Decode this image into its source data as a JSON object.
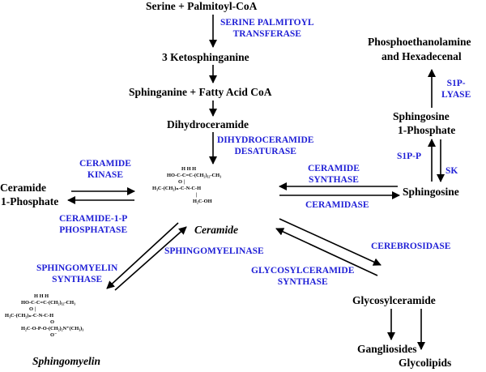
{
  "colors": {
    "metabolite": "#000000",
    "enzyme": "#1f1fd6",
    "background": "#ffffff"
  },
  "metabolites": {
    "serine_palmitoyl_coa": "Serine + Palmitoyl-CoA",
    "ketosphinganine": "3 Ketosphinganine",
    "sphinganine_fatty_acid": "Sphinganine  +  Fatty Acid CoA",
    "dihydroceramide": "Dihydroceramide",
    "ceramide": "Ceramide",
    "ceramide_1_phosphate_l1": "Ceramide",
    "ceramide_1_phosphate_l2": "1-Phosphate",
    "sphingosine": "Sphingosine",
    "sphingosine_1_phosphate_l1": "Sphingosine",
    "sphingosine_1_phosphate_l2": "1-Phosphate",
    "phosphoethanolamine_l1": "Phosphoethanolamine",
    "phosphoethanolamine_l2": "and Hexadecenal",
    "glycosylceramide": "Glycosylceramide",
    "gangliosides": "Gangliosides",
    "glycolipids": "Glycolipids",
    "sphingomyelin": "Sphingomyelin"
  },
  "enzymes": {
    "serine_palmitoyl_transferase_l1": "SERINE PALMITOYL",
    "serine_palmitoyl_transferase_l2": "TRANSFERASE",
    "dihydroceramide_desaturase_l1": "DIHYDROCERAMIDE",
    "dihydroceramide_desaturase_l2": "DESATURASE",
    "ceramide_kinase_l1": "CERAMIDE",
    "ceramide_kinase_l2": "KINASE",
    "ceramide_1p_phosphatase_l1": "CERAMIDE-1-P",
    "ceramide_1p_phosphatase_l2": "PHOSPHATASE",
    "ceramide_synthase_l1": "CERAMIDE",
    "ceramide_synthase_l2": "SYNTHASE",
    "ceramidase": "CERAMIDASE",
    "s1p_lyase_l1": "S1P-",
    "s1p_lyase_l2": "LYASE",
    "s1p_p": "S1P-P",
    "sk": "SK",
    "cerebrosidase": "CEREBROSIDASE",
    "glycosylceramide_synthase_l1": "GLYCOSYLCERAMIDE",
    "glycosylceramide_synthase_l2": "SYNTHASE",
    "sphingomyelinase": "SPHINGOMYELINASE",
    "sphingomyelin_synthase_l1": "SPHINGOMYELIN",
    "sphingomyelin_synthase_l2": "SYNTHASE"
  },
  "structures": {
    "ceramide": {
      "l1": "H  H  H",
      "l2": "HO-C-C=C-(CH₂)₁₂-CH₃",
      "l3": "O        |",
      "l4": "H₃C-(CH₂)ₙ-C-N-C-H",
      "l5": "|",
      "l6": "H₂C-OH"
    },
    "sphingomyelin": {
      "l1": "H  H  H",
      "l2": "HO-C-C=C-(CH₂)₁₂-CH₃",
      "l3": "O        |",
      "l4": "H₃C-(CH₂)ₙ-C-N-C-H",
      "l5": "O",
      "l6": "H₂C-O-P-O-(CH₂)₂N⁺(CH₃)₃",
      "l7": "O⁻"
    }
  }
}
